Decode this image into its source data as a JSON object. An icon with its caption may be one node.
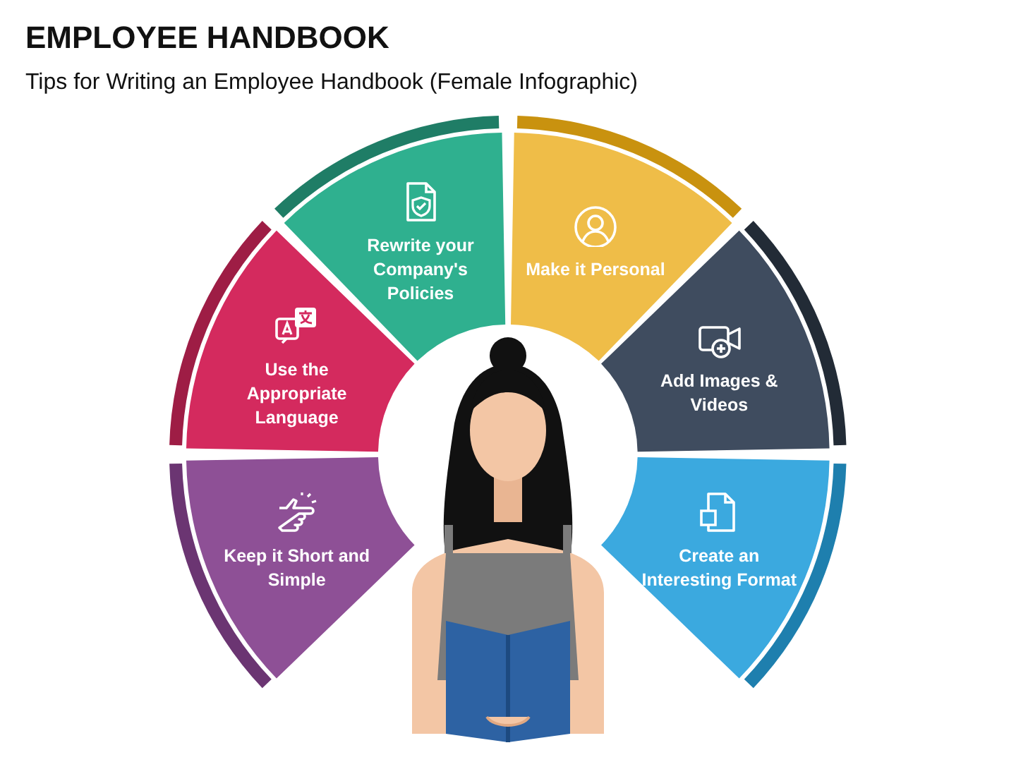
{
  "diagram": {
    "title": "EMPLOYEE HANDBOOK",
    "nodes": [
      {
        "text": [
          "Keep it Short and Simple"
        ]
      },
      {
        "text": [
          "Use the Appropriate Language"
        ]
      },
      {
        "text": [
          "Rewrite your Company's Policies"
        ]
      },
      {
        "text": [
          "Make it Personal"
        ]
      },
      {
        "text": [
          "Add Images & Videos"
        ]
      },
      {
        "text": [
          "Create an Interesting Format"
        ]
      }
    ],
    "edges": [],
    "labels": [
      "Tips for Writing an Employee Handbook (Female Infographic)"
    ]
  }
}
